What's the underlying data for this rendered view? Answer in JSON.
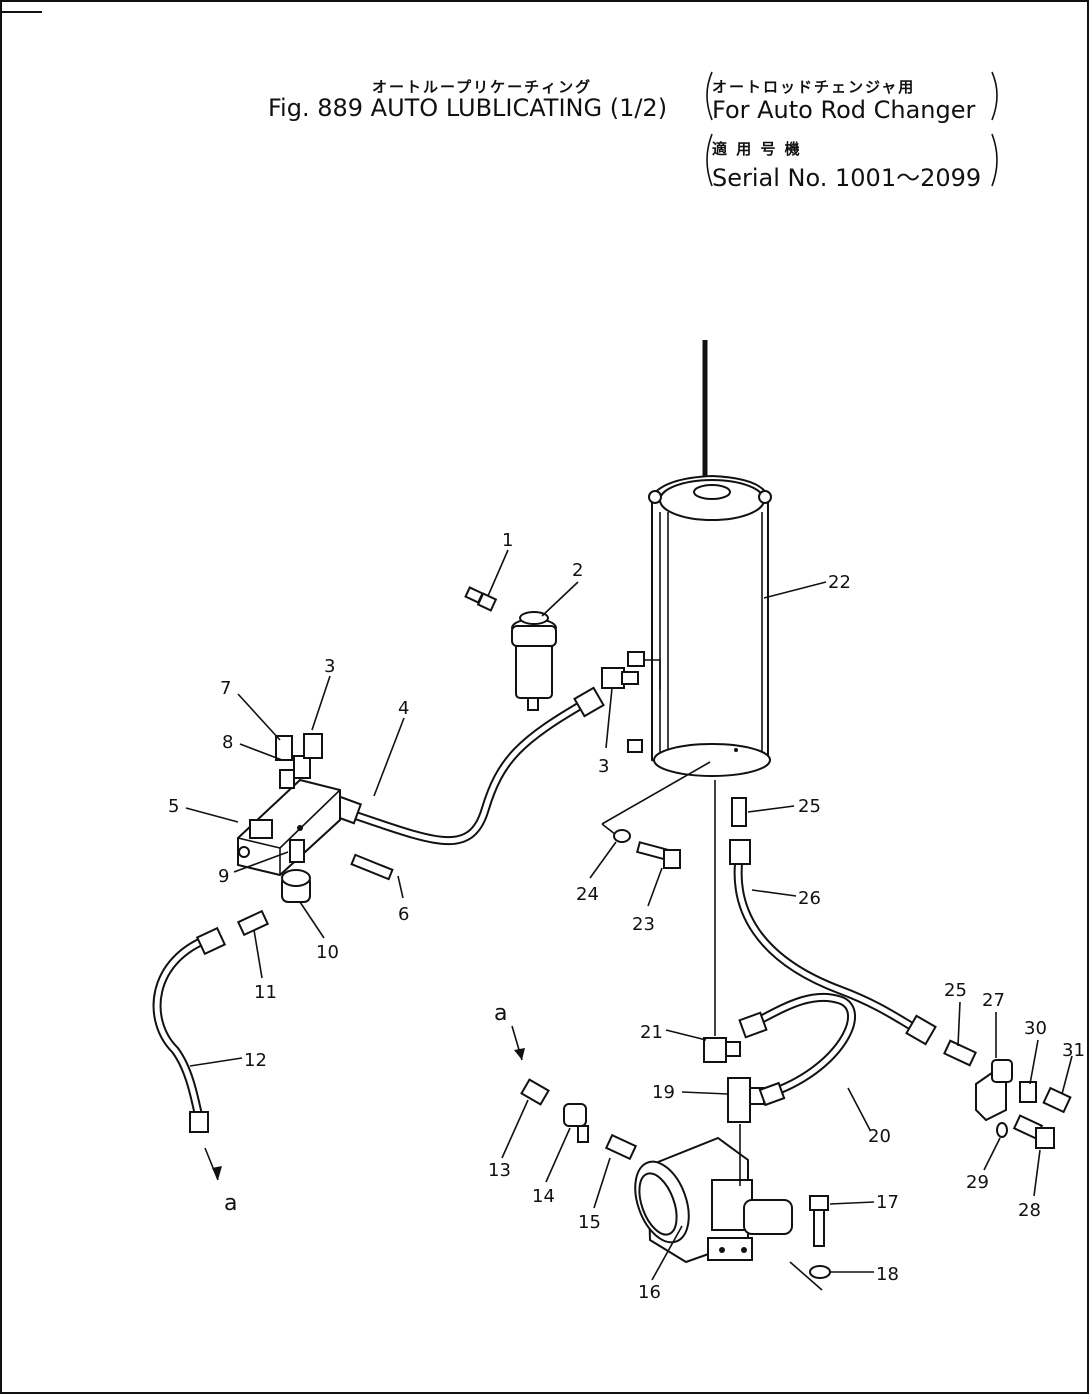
{
  "header": {
    "fig_jp": "オートループリケーチィング",
    "fig_en": "Fig. 889  AUTO LUBLICATING (1/2)",
    "app_jp": "オートロッドチェンジャ用",
    "app_en": "For Auto Rod Changer",
    "serial_jp": "適 用 号 機",
    "serial_en": "Serial  No. 1001～2099"
  },
  "callouts": [
    {
      "id": "c1",
      "text": "1"
    },
    {
      "id": "c2",
      "text": "2"
    },
    {
      "id": "c3a",
      "text": "3"
    },
    {
      "id": "c3b",
      "text": "3"
    },
    {
      "id": "c4",
      "text": "4"
    },
    {
      "id": "c5",
      "text": "5"
    },
    {
      "id": "c6",
      "text": "6"
    },
    {
      "id": "c7",
      "text": "7"
    },
    {
      "id": "c8",
      "text": "8"
    },
    {
      "id": "c9",
      "text": "9"
    },
    {
      "id": "c10",
      "text": "10"
    },
    {
      "id": "c11",
      "text": "11"
    },
    {
      "id": "c12",
      "text": "12"
    },
    {
      "id": "c13",
      "text": "13"
    },
    {
      "id": "c14",
      "text": "14"
    },
    {
      "id": "c15",
      "text": "15"
    },
    {
      "id": "c16",
      "text": "16"
    },
    {
      "id": "c17",
      "text": "17"
    },
    {
      "id": "c18",
      "text": "18"
    },
    {
      "id": "c19",
      "text": "19"
    },
    {
      "id": "c20",
      "text": "20"
    },
    {
      "id": "c21",
      "text": "21"
    },
    {
      "id": "c22",
      "text": "22"
    },
    {
      "id": "c23",
      "text": "23"
    },
    {
      "id": "c24",
      "text": "24"
    },
    {
      "id": "c25a",
      "text": "25"
    },
    {
      "id": "c25b",
      "text": "25"
    },
    {
      "id": "c26",
      "text": "26"
    },
    {
      "id": "c27",
      "text": "27"
    },
    {
      "id": "c28",
      "text": "28"
    },
    {
      "id": "c29",
      "text": "29"
    },
    {
      "id": "c30",
      "text": "30"
    },
    {
      "id": "c31",
      "text": "31"
    }
  ],
  "connection_labels": {
    "upper": "a",
    "lower": "a"
  }
}
